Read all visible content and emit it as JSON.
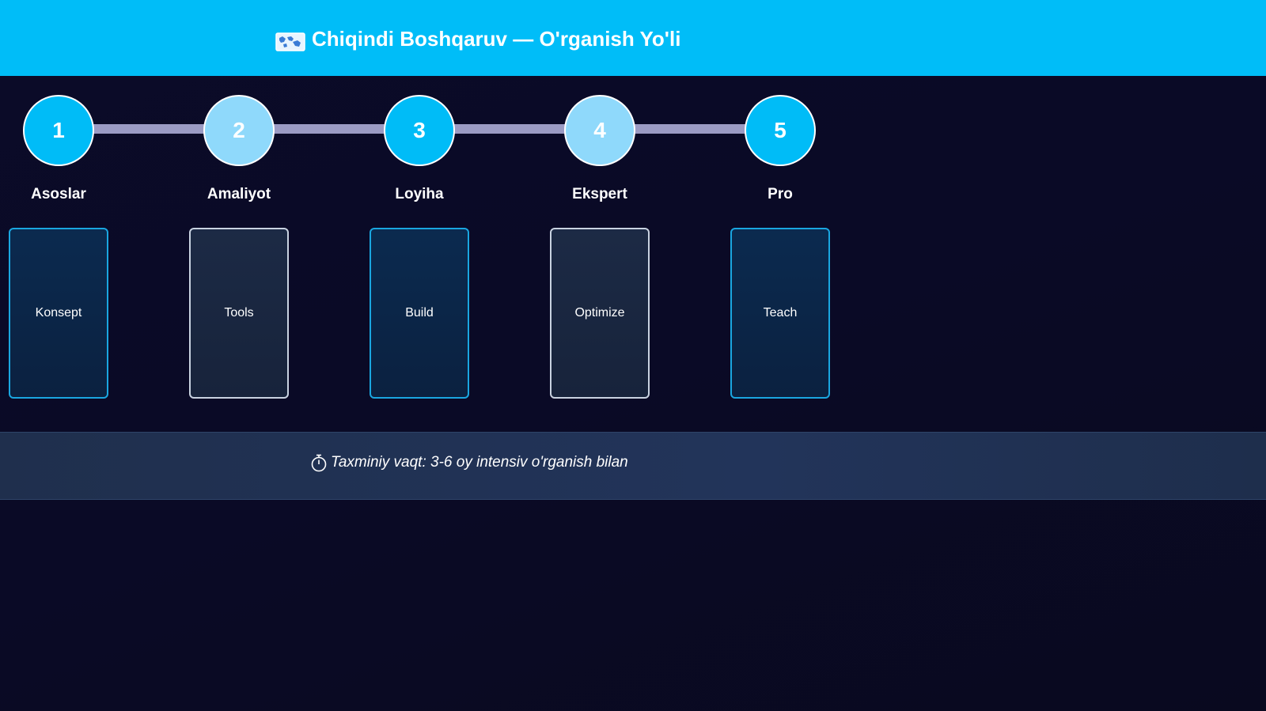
{
  "header": {
    "icon": "world-map-icon",
    "title": "Chiqindi Boshqaruv — O'rganish Yo'li",
    "background": "#00bdf8"
  },
  "steps": [
    {
      "number": "1",
      "label": "Asoslar",
      "card": "Konsept",
      "circle_color": "#00bcf7",
      "card_style": "blue"
    },
    {
      "number": "2",
      "label": "Amaliyot",
      "card": "Tools",
      "circle_color": "#8fd9fb",
      "card_style": "grey"
    },
    {
      "number": "3",
      "label": "Loyiha",
      "card": "Build",
      "circle_color": "#00bcf7",
      "card_style": "blue"
    },
    {
      "number": "4",
      "label": "Ekspert",
      "card": "Optimize",
      "circle_color": "#8fd9fb",
      "card_style": "grey"
    },
    {
      "number": "5",
      "label": "Pro",
      "card": "Teach",
      "circle_color": "#00bcf7",
      "card_style": "blue"
    }
  ],
  "footer": {
    "icon": "stopwatch-icon",
    "text": "Taxminiy vaqt: 3-6 oy intensiv o'rganish bilan"
  },
  "colors": {
    "background": "#0a0a24",
    "track": "#9b9bc4",
    "accent": "#00bcf7"
  }
}
